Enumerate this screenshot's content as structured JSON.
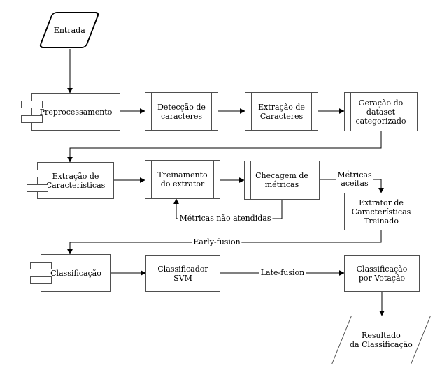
{
  "diagram": {
    "nodes": {
      "entrada": {
        "label": "Entrada"
      },
      "preprocessamento": {
        "label": "Preprocessamento"
      },
      "deteccao_caracteres": {
        "label": "Detecção de\ncaracteres"
      },
      "extracao_caracteres": {
        "label": "Extração de\nCaracteres"
      },
      "geracao_dataset": {
        "label": "Geração do\ndataset\ncategorizado"
      },
      "extracao_caracteristicas": {
        "label": "Extração de\nCaracterísticas"
      },
      "treinamento_extrator": {
        "label": "Treinamento\ndo extrator"
      },
      "checagem_metricas": {
        "label": "Checagem de\nmétricas"
      },
      "extrator_treinado": {
        "label": "Extrator de\nCaracterísticas\nTreinado"
      },
      "classificacao": {
        "label": "Classificação"
      },
      "classificador_svm": {
        "label": "Classificador\nSVM"
      },
      "classificacao_votacao": {
        "label": "Classificação\npor Votação"
      },
      "resultado": {
        "label": "Resultado\nda Classificação"
      }
    },
    "edge_labels": {
      "metricas_aceitas": "Métricas\naceitas",
      "metricas_nao_atendidas": "Métricas não atendidas",
      "early_fusion": "Early-fusion",
      "late_fusion": "Late-fusion"
    },
    "colors": {
      "background": "#ffffff",
      "box_border": "#4f4f4f",
      "line": "#000000",
      "text": "#000000"
    }
  }
}
